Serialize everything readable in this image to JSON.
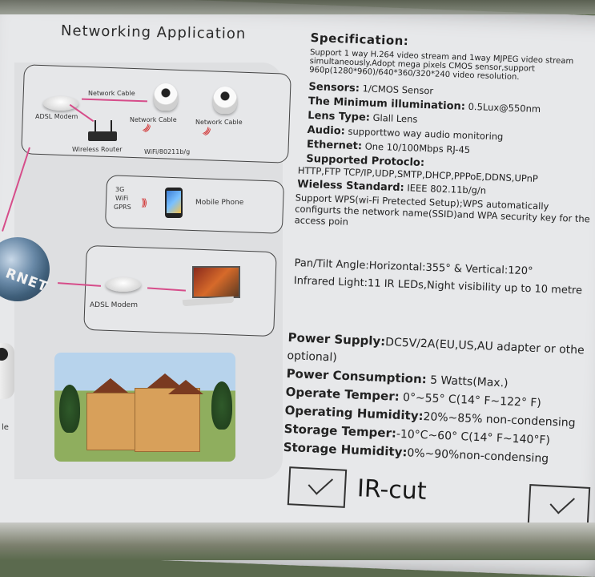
{
  "left": {
    "title": "Networking Application",
    "diagram1": {
      "network_cable_top": "Network  Cable",
      "adsl_modem": "ADSL Modem",
      "network_cable_a": "Network  Cable",
      "network_cable_b": "Network  Cable",
      "wireless_router": "Wireless Router",
      "wifi": "WiFi/80211b/g"
    },
    "diagram2": {
      "net_types": [
        "3G",
        "WiFi",
        "GPRS"
      ],
      "mobile_phone": "Mobile Phone"
    },
    "diagram3": {
      "adsl_modem": "ADSL Modem"
    },
    "globe_text": "RNET",
    "cut_text": "le"
  },
  "spec": {
    "title": "Specification:",
    "desc": "Support 1 way H.264 video stream and 1way MJPEG video stream simultaneously.Adopt mega pixels CMOS sensor,support 960p(1280*960)/640*360/320*240 video resolution.",
    "rows": [
      {
        "label": "Sensors:",
        "value": "1/CMOS Sensor"
      },
      {
        "label": "The Minimum illumination:",
        "value": "0.5Lux@550nm"
      },
      {
        "label": "Lens Type:",
        "value": "Glall Lens"
      },
      {
        "label": "Audio:",
        "value": "supporttwo way audio monitoring"
      },
      {
        "label": "Ethernet:",
        "value": "One 10/100Mbps RJ-45"
      }
    ],
    "protocol_label": "Supported Protoclo:",
    "protocol_value": "HTTP,FTP TCP/IP,UDP,SMTP,DHCP,PPPoE,DDNS,UPnP",
    "wireless_label": "Wieless Standard:",
    "wireless_value": "IEEE 802.11b/g/n",
    "wps_text": "Support WPS(wi-Fi Pretected Setup);WPS automatically configurts the network name(SSID)and WPA security key for the access poin"
  },
  "pan": {
    "line1": "Pan/Tilt Angle:Horizontal:355° & Vertical:120°",
    "line2": "Infrared Light:11 IR LEDs,Night visibility up to 10 metre"
  },
  "power": {
    "supply_label": "Power Supply:",
    "supply_value": "DC5V/2A(EU,US,AU adapter or othe",
    "supply_value2": "optional)",
    "consumption_label": "Power Consumption:",
    "consumption_value": "5 Watts(Max.)",
    "op_temp_label": "Operate Temper:",
    "op_temp_value": "0°~55° C(14° F~122° F)",
    "op_hum_label": "Operating Humidity:",
    "op_hum_value": "20%~85% non-condensing",
    "st_temp_label": "Storage Temper:",
    "st_temp_value": "-10°C~60° C(14° F~140°F)",
    "st_hum_label": "Storage Humidity:",
    "st_hum_value": "0%~90%non-condensing"
  },
  "ircut": "IR-cut",
  "colors": {
    "box": "#e7e8ea",
    "accent_arrow": "#d64d8a",
    "background": "#5b6a4e"
  }
}
